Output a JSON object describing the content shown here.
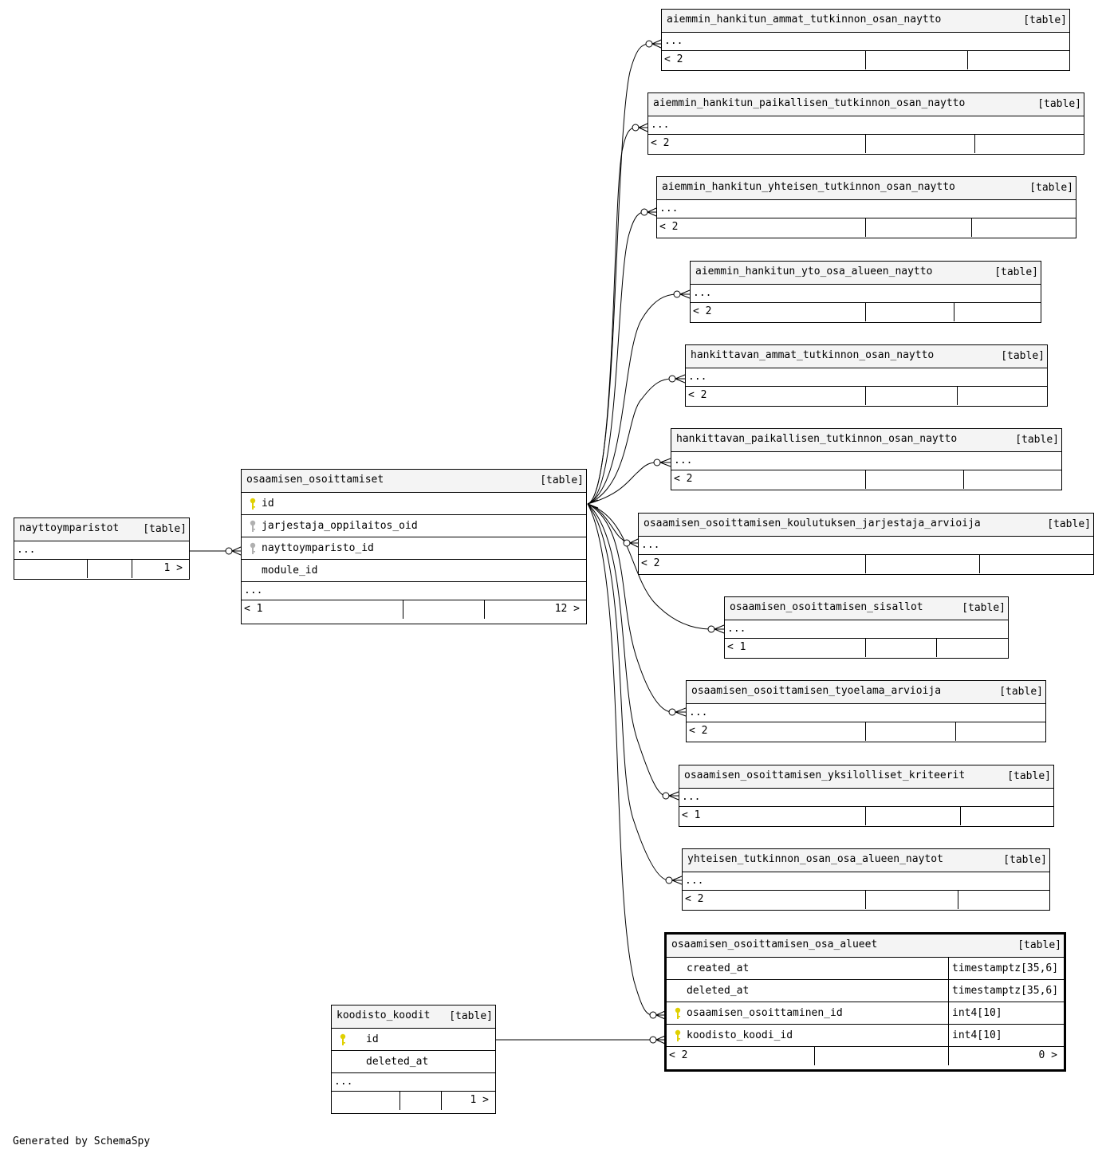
{
  "diagram": {
    "credit": "Generated by SchemaSpy",
    "table_tag": "[table]",
    "ellipsis": "...",
    "tables": {
      "nayttoymparistot": {
        "name": "nayttoymparistot",
        "footer_left": "",
        "footer_right": "1 >"
      },
      "osaamisen_osoittamiset": {
        "name": "osaamisen_osoittamiset",
        "columns": [
          "id",
          "jarjestaja_oppilaitos_oid",
          "nayttoymparisto_id",
          "module_id"
        ],
        "footer_left": "< 1",
        "footer_right": "12 >"
      },
      "koodisto_koodit": {
        "name": "koodisto_koodit",
        "columns": [
          "id",
          "deleted_at"
        ],
        "footer_left": "",
        "footer_right": "1 >"
      },
      "osa_alueet": {
        "name": "osaamisen_osoittamisen_osa_alueet",
        "columns": [
          {
            "name": "created_at",
            "type": "timestamptz[35,6]"
          },
          {
            "name": "deleted_at",
            "type": "timestamptz[35,6]"
          },
          {
            "name": "osaamisen_osoittaminen_id",
            "type": "int4[10]"
          },
          {
            "name": "koodisto_koodi_id",
            "type": "int4[10]"
          }
        ],
        "footer_left": "< 2",
        "footer_right": "0 >"
      },
      "children": [
        {
          "name": "aiemmin_hankitun_ammat_tutkinnon_osan_naytto",
          "footer_left": "< 2"
        },
        {
          "name": "aiemmin_hankitun_paikallisen_tutkinnon_osan_naytto",
          "footer_left": "< 2"
        },
        {
          "name": "aiemmin_hankitun_yhteisen_tutkinnon_osan_naytto",
          "footer_left": "< 2"
        },
        {
          "name": "aiemmin_hankitun_yto_osa_alueen_naytto",
          "footer_left": "< 2"
        },
        {
          "name": "hankittavan_ammat_tutkinnon_osan_naytto",
          "footer_left": "< 2"
        },
        {
          "name": "hankittavan_paikallisen_tutkinnon_osan_naytto",
          "footer_left": "< 2"
        },
        {
          "name": "osaamisen_osoittamisen_koulutuksen_jarjestaja_arvioija",
          "footer_left": "< 2"
        },
        {
          "name": "osaamisen_osoittamisen_sisallot",
          "footer_left": "< 1"
        },
        {
          "name": "osaamisen_osoittamisen_tyoelama_arvioija",
          "footer_left": "< 2"
        },
        {
          "name": "osaamisen_osoittamisen_yksilolliset_kriteerit",
          "footer_left": "< 1"
        },
        {
          "name": "yhteisen_tutkinnon_osan_osa_alueen_naytot",
          "footer_left": "< 2"
        }
      ]
    },
    "colors": {
      "primary_key": "#e0d000",
      "foreign_key": "#b0b0b0",
      "header_bg": "#f4f4f4"
    }
  }
}
